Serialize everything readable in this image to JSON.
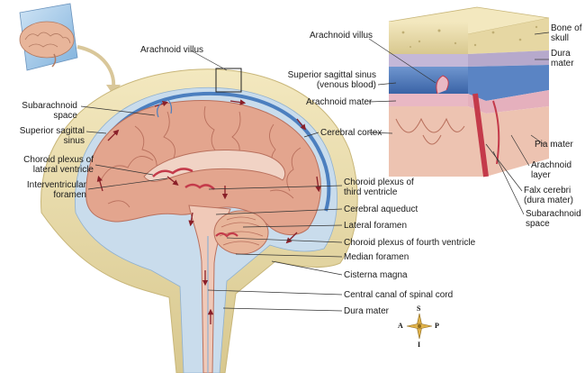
{
  "labels": {
    "arachnoid_villus_main": "Arachnoid villus",
    "subarachnoid_space": "Subarachnoid\nspace",
    "superior_sagittal_sinus": "Superior sagittal\nsinus",
    "choroid_plexus_lateral": "Choroid plexus of\nlateral ventricle",
    "interventricular_foramen": "Interventricular\nforamen",
    "cerebral_cortex": "Cerebral cortex",
    "choroid_plexus_third": "Choroid plexus of\nthird ventricle",
    "cerebral_aqueduct": "Cerebral aqueduct",
    "lateral_foramen": "Lateral foramen",
    "choroid_plexus_fourth": "Choroid plexus of fourth ventricle",
    "median_foramen": "Median foramen",
    "cisterna_magna": "Cisterna magna",
    "central_canal": "Central canal of spinal cord",
    "dura_mater_main": "Dura mater",
    "inset_arachnoid_villus": "Arachnoid villus",
    "inset_sss": "Superior sagittal sinus\n(venous blood)",
    "inset_arachnoid_mater": "Arachnoid mater",
    "bone_of_skull": "Bone of\nskull",
    "inset_dura_mater": "Dura\nmater",
    "pia_mater": "Pia mater",
    "arachnoid_layer": "Arachnoid\nlayer",
    "falx_cerebri": "Falx cerebri\n(dura mater)",
    "inset_subarachnoid_space": "Subarachnoid\nspace"
  },
  "compass": {
    "s": "S",
    "i": "I",
    "a": "A",
    "p": "P"
  },
  "colors": {
    "skull": "#ecdfb0",
    "skull_edge": "#c8b679",
    "csf_space": "#c9dcec",
    "blue_vessel": "#4c7fbf",
    "brain": "#e3a58e",
    "brain_dark": "#b9705d",
    "choroid": "#c43a4a",
    "arrow": "#8a1f28"
  }
}
